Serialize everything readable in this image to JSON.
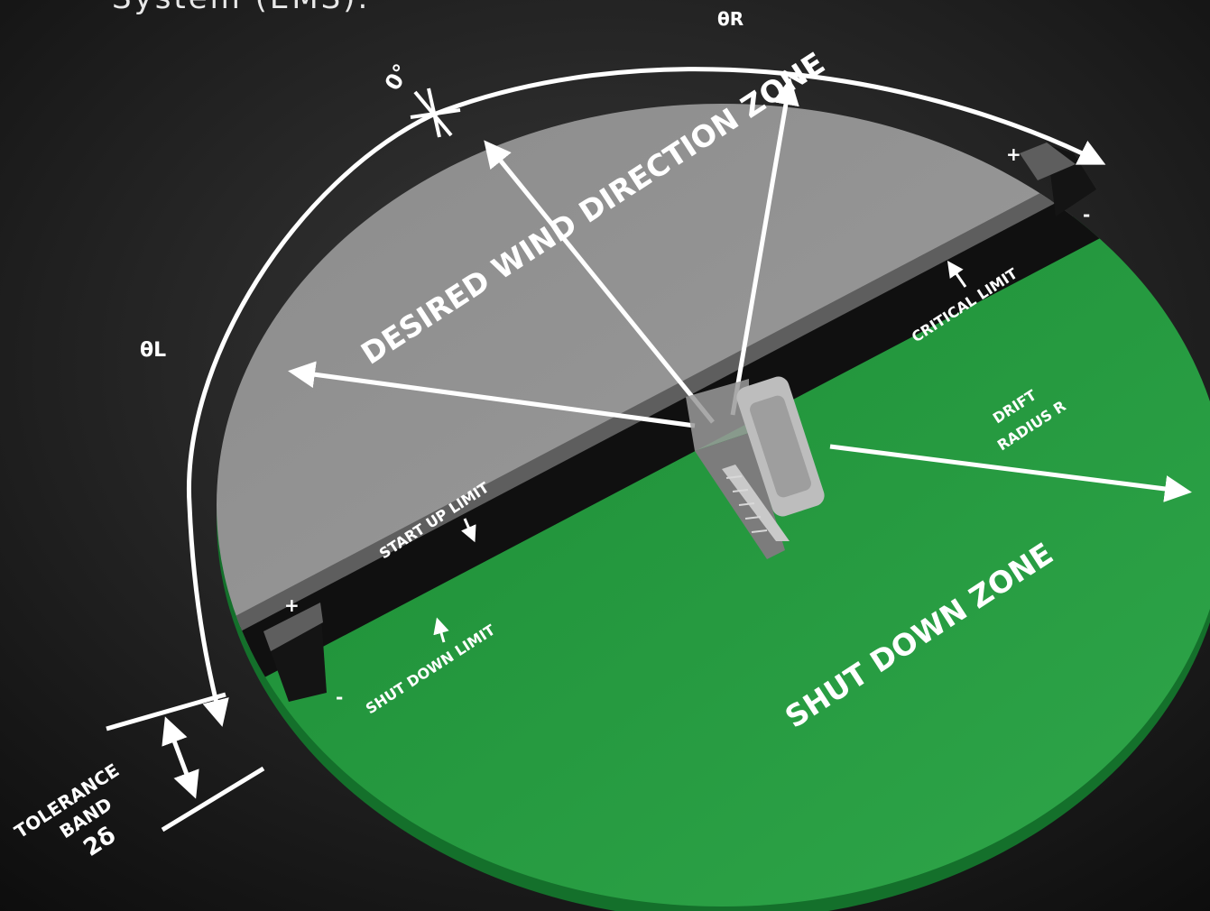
{
  "caption": "System (EMS).",
  "labels": {
    "desired_zone": "DESIRED WIND DIRECTION ZONE",
    "shutdown_zone": "SHUT DOWN ZONE",
    "critical_limit": "CRITICAL LIMIT",
    "startup_limit": "START UP LIMIT",
    "shutdown_limit": "SHUT DOWN LIMIT",
    "drift_line1": "DRIFT",
    "drift_line2": "RADIUS R",
    "tolerance_line1": "TOLERANCE",
    "tolerance_line2": "BAND",
    "tolerance_symbol": "2δ",
    "zero_degree": "0°",
    "theta_left": "θL",
    "theta_right": "θR",
    "plus": "+",
    "minus": "-"
  },
  "colors": {
    "desired_zone": "#8e8e8e",
    "shutdown_zone": "#1f8f3a",
    "band": "#101010",
    "band_edge": "#5a5a5a",
    "arrow": "#ffffff",
    "water": "#1a1a1a"
  }
}
